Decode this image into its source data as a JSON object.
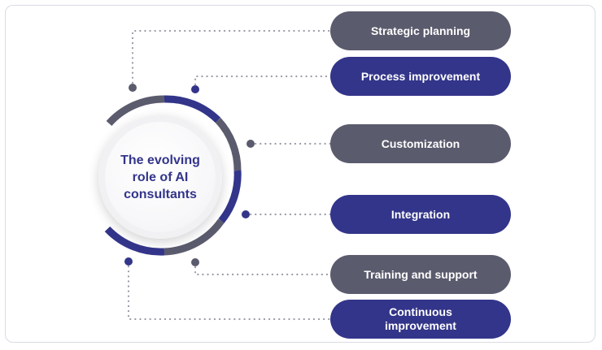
{
  "center": {
    "title": "The evolving role of AI consultants"
  },
  "items": [
    {
      "label": "Strategic planning",
      "color": "#5b5b6e"
    },
    {
      "label": "Process improvement",
      "color": "#33358a"
    },
    {
      "label": "Customization",
      "color": "#5b5b6e"
    },
    {
      "label": "Integration",
      "color": "#33358a"
    },
    {
      "label": "Training and support",
      "color": "#5b5b6e"
    },
    {
      "label": "Continuous improvement",
      "color": "#33358a"
    }
  ],
  "colors": {
    "gray": "#5b5b6e",
    "blue": "#33358a",
    "dots": "#9a9aa6"
  }
}
